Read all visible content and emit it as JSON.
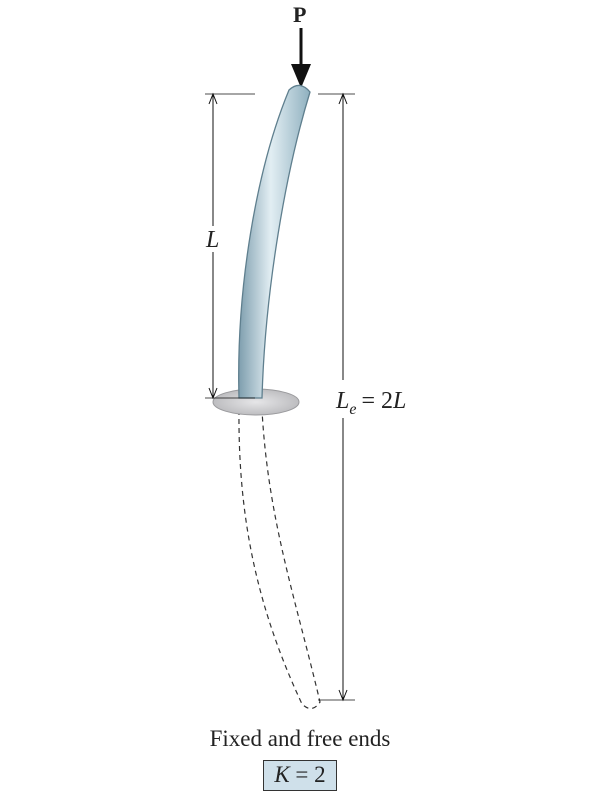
{
  "figure": {
    "load_label": "P",
    "length_label": "L",
    "effective_length": {
      "symbol": "L",
      "subscript": "e",
      "equals": "= 2",
      "rhs_symbol": "L"
    },
    "caption": "Fixed and free ends",
    "k_factor": {
      "symbol": "K",
      "equals": "=",
      "value": "2"
    },
    "colors": {
      "column_fill": "#a9c6d3",
      "column_highlight": "#e2eef3",
      "column_edge": "#5f7f8e",
      "base_fill": "#c9c9cb",
      "dimension_line": "#111111",
      "dashed_outline": "#333333",
      "k_box_fill": "#cfe0ea"
    }
  }
}
